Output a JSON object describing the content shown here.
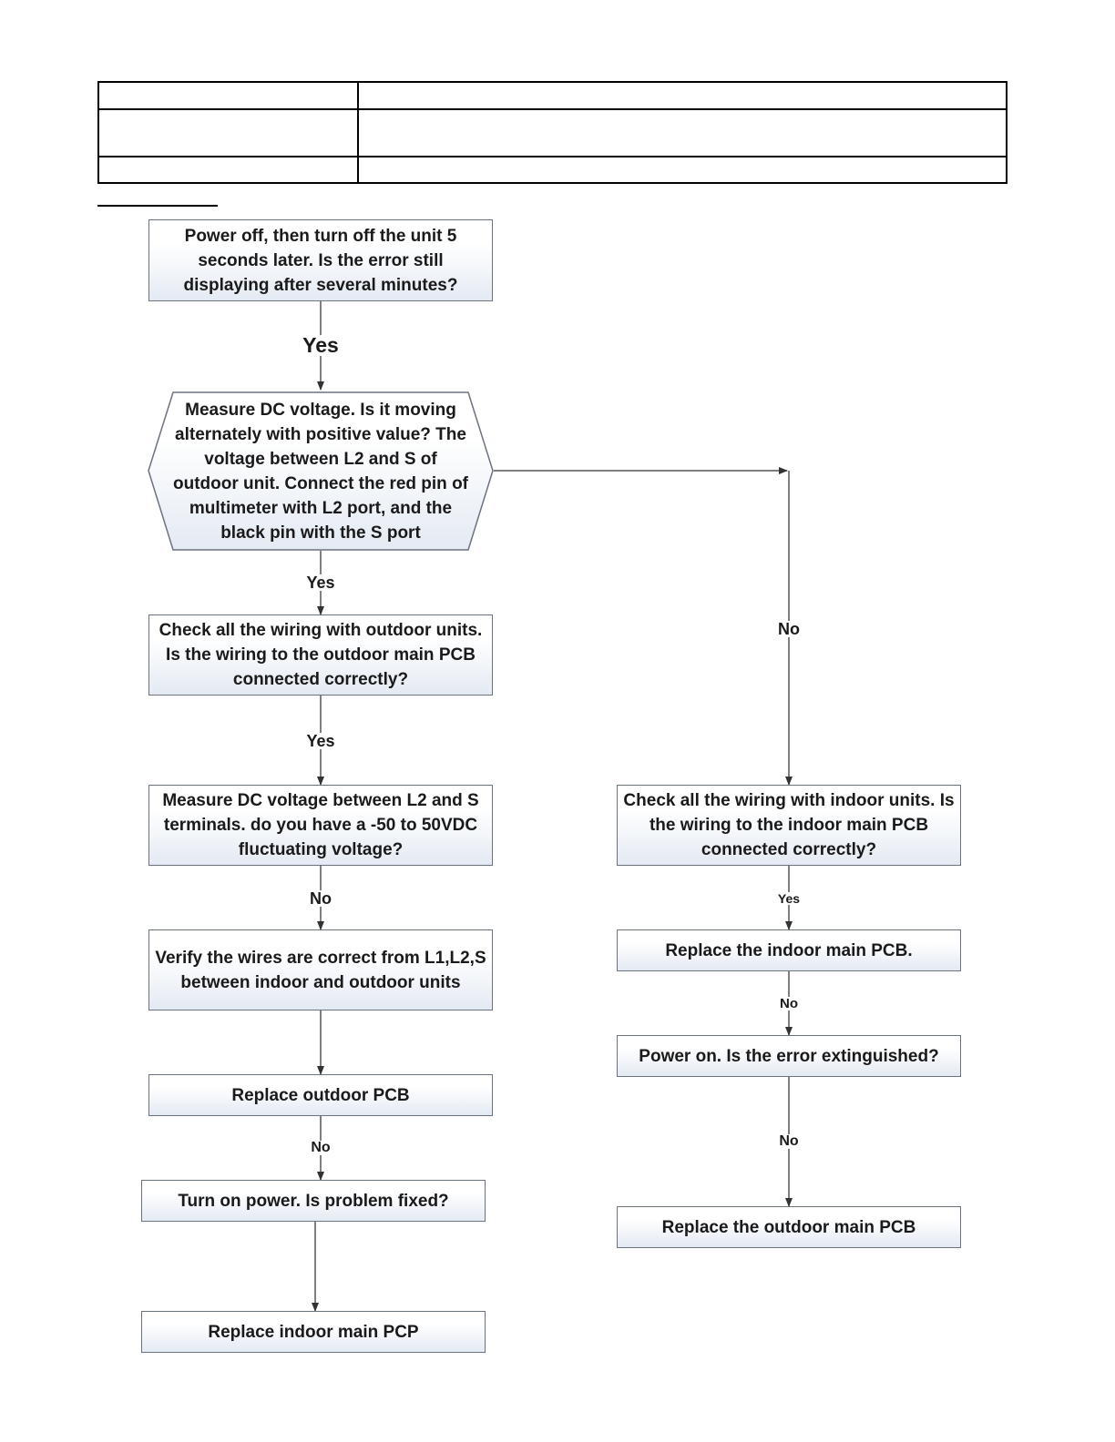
{
  "flowchart": {
    "steps": {
      "power_off": "Power off, then turn off the unit 5 seconds later. Is the error still displaying after several minutes?",
      "measure_dc": "Measure DC voltage. Is it moving alternately with positive value? The voltage between L2 and S of outdoor unit. Connect the red pin of multimeter with L2 port, and the black pin with the S port",
      "check_outdoor_wiring": "Check all the wiring with outdoor units. Is the wiring to the outdoor main PCB connected correctly?",
      "measure_dc_terminals": "Measure DC voltage between L2 and S terminals. do you have a -50 to 50VDC fluctuating voltage?",
      "verify_wires": "Verify the wires are correct from L1,L2,S between indoor and outdoor units",
      "replace_outdoor_pcb": "Replace outdoor PCB",
      "turn_on_power": "Turn on power. Is problem fixed?",
      "replace_indoor_pcp": "Replace indoor main PCP",
      "check_indoor_wiring": "Check all the wiring with indoor units. Is the wiring to the indoor main PCB connected correctly?",
      "replace_indoor_pcb": "Replace the indoor main PCB.",
      "power_on_error": "Power on. Is the error extinguished?",
      "replace_outdoor_main_pcb": "Replace the outdoor main PCB"
    },
    "labels": {
      "yes_1": "Yes",
      "yes_2": "Yes",
      "yes_3": "Yes",
      "no_1": "No",
      "no_2": "No",
      "no_right": "No",
      "yes_right": "Yes",
      "no_right_2": "No",
      "no_right_3": "No"
    }
  }
}
